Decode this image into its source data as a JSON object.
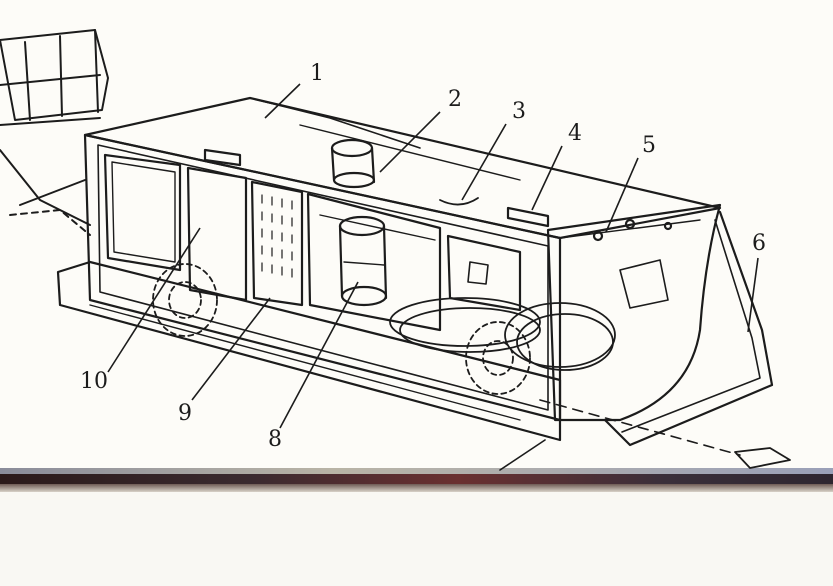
{
  "figure": {
    "callouts": [
      {
        "label": "1"
      },
      {
        "label": "2"
      },
      {
        "label": "3"
      },
      {
        "label": "4"
      },
      {
        "label": "5"
      },
      {
        "label": "6"
      },
      {
        "label": "8"
      },
      {
        "label": "9"
      },
      {
        "label": "10"
      }
    ],
    "colors": {
      "ink": "#1c1c1c",
      "paper": "#fdfcf8",
      "scan_band": "#3a2a2f"
    }
  }
}
